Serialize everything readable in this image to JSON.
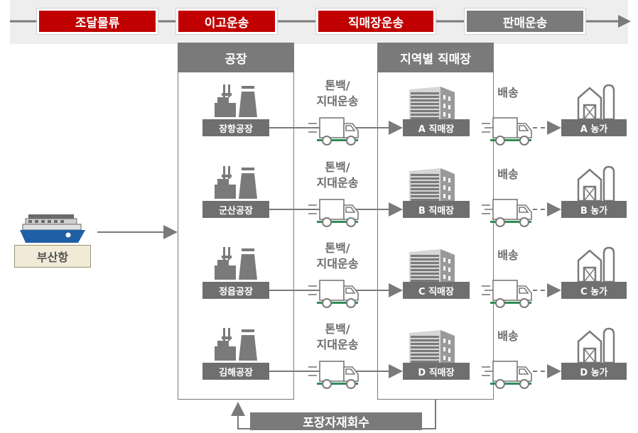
{
  "stages": [
    {
      "label": "조달물류",
      "color": "#c00000"
    },
    {
      "label": "이고운송",
      "color": "#c00000"
    },
    {
      "label": "직매장운송",
      "color": "#c00000"
    },
    {
      "label": "판매운송",
      "color": "#7a7a7a"
    }
  ],
  "headers": {
    "factory": "공장",
    "store": "지역별 직매장"
  },
  "port_label": "부산항",
  "transport1": "톤백/\n지대운송",
  "transport2": "배송",
  "recycle_label": "포장자재회수",
  "rows": [
    {
      "factory": "장항공장",
      "store": "A 직매장",
      "farm": "A 농가"
    },
    {
      "factory": "군산공장",
      "store": "B 직매장",
      "farm": "B 농가"
    },
    {
      "factory": "정읍공장",
      "store": "C 직매장",
      "farm": "C 농가"
    },
    {
      "factory": "김해공장",
      "store": "D 직매장",
      "farm": "D 농가"
    }
  ]
}
